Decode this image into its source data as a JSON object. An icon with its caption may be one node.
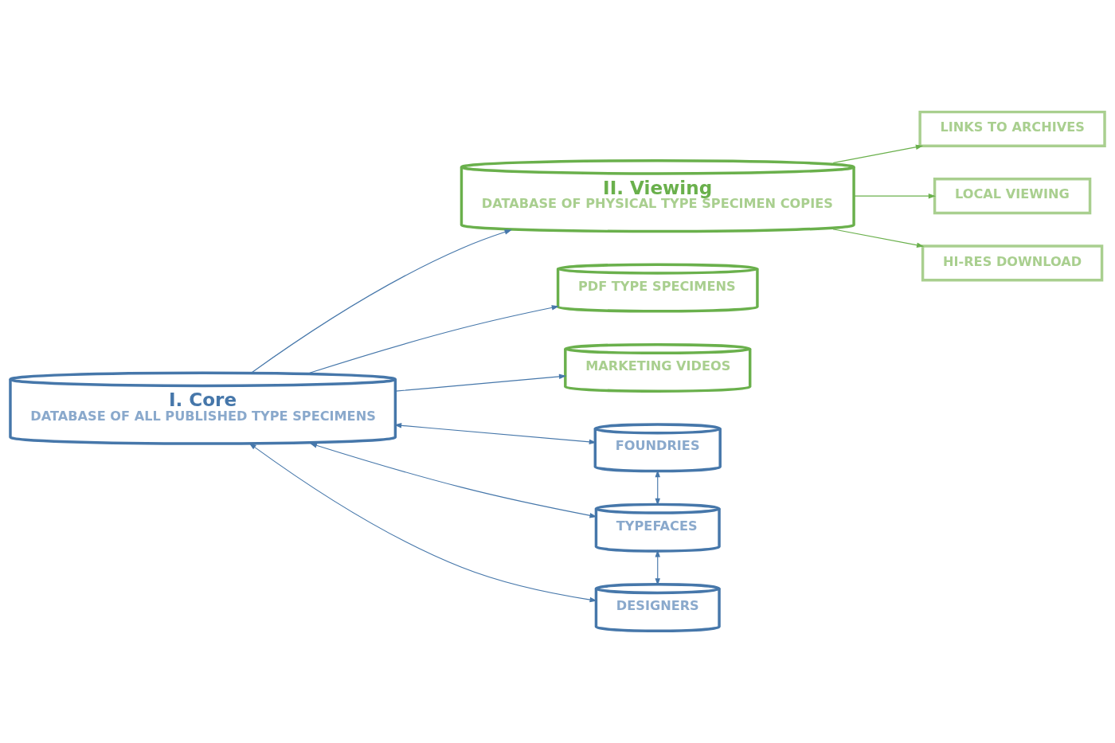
{
  "diagram": {
    "nodes": [
      {
        "text": [
          "I. Core",
          "DATABASE OF ALL PUBLISHED TYPE SPECIMENS"
        ]
      },
      {
        "text": [
          "II. Viewing",
          "DATABASE OF PHYSICAL TYPE SPECIMEN COPIES"
        ]
      },
      {
        "text": [
          "LINKS TO ARCHIVES"
        ]
      },
      {
        "text": [
          "LOCAL VIEWING"
        ]
      },
      {
        "text": [
          "HI-RES DOWNLOAD"
        ]
      },
      {
        "text": [
          "PDF TYPE SPECIMENS"
        ]
      },
      {
        "text": [
          "MARKETING VIDEOS"
        ]
      },
      {
        "text": [
          "FOUNDRIES"
        ]
      },
      {
        "text": [
          "TYPEFACES"
        ]
      },
      {
        "text": [
          "DESIGNERS"
        ]
      }
    ],
    "edges": [
      {
        "from": 0,
        "to": 1,
        "arrow": "to"
      },
      {
        "from": 1,
        "to": 2,
        "arrow": "to",
        "color": "#6ab04c"
      },
      {
        "from": 1,
        "to": 3,
        "arrow": "to",
        "color": "#6ab04c"
      },
      {
        "from": 1,
        "to": 4,
        "arrow": "to",
        "color": "#6ab04c"
      },
      {
        "from": 0,
        "to": 5,
        "arrow": "to"
      },
      {
        "from": 0,
        "to": 6,
        "arrow": "to"
      },
      {
        "from": 0,
        "to": 7,
        "arrow": "both"
      },
      {
        "from": 0,
        "to": 8,
        "arrow": "both"
      },
      {
        "from": 0,
        "to": 9,
        "arrow": "both"
      },
      {
        "from": 7,
        "to": 8,
        "arrow": "both"
      },
      {
        "from": 8,
        "to": 9,
        "arrow": "both"
      }
    ]
  }
}
